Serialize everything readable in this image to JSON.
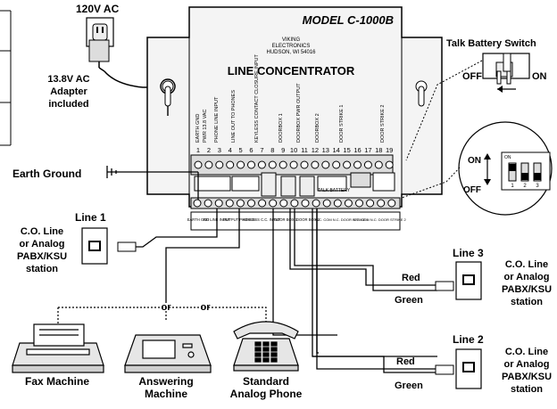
{
  "power": {
    "label": "120V AC"
  },
  "adapter": {
    "line1": "13.8V AC",
    "line2": "Adapter",
    "line3": "included"
  },
  "unit": {
    "model": "MODEL C-1000B",
    "maker_1": "VIKING",
    "maker_2": "ELECTRONICS",
    "maker_3": "HUDSON, WI 54016",
    "title": "LINE CONCENTRATOR"
  },
  "terminals": {
    "numbers": [
      "1",
      "2",
      "3",
      "4",
      "5",
      "6",
      "7",
      "8",
      "9",
      "10",
      "11",
      "12",
      "13",
      "14",
      "15",
      "16",
      "17",
      "18",
      "19"
    ],
    "labels": [
      "EARTH GND",
      "PWR 13.8 VAC",
      "PHONE LINE INPUT",
      "LINE OUT TO PHONES",
      "KEYLESS CONTACT CLOSURE INPUT",
      "DOORBOX 1",
      "DOORBOX PWR OUTPUT",
      "DOORBOX 2",
      "DOOR STRIKE 1",
      "DOOR STRIKE 2"
    ],
    "bottom_labels": [
      "EARTH GND",
      "CO LINE INPUT",
      "OUTPUT PHONES",
      "KEYLESS C.C. INPUT",
      "DOOR BOX 1",
      "DOOR BOX 2",
      "N.C. COM N.C. DOOR STRIKE 1",
      "N.C. COM N.C. DOOR STRIKE 2"
    ],
    "talk_battery": "TALK BATTERY"
  },
  "talk_battery_switch": {
    "title": "Talk Battery Switch",
    "off": "OFF",
    "on": "ON"
  },
  "dip_switch": {
    "on": "ON",
    "off": "OFF",
    "numbers": [
      "1",
      "2",
      "3"
    ]
  },
  "earth": {
    "label": "Earth Ground"
  },
  "line1": {
    "title": "Line 1",
    "desc_1": "C.O. Line",
    "desc_2": "or Analog",
    "desc_3": "PABX/KSU",
    "desc_4": "station"
  },
  "line3": {
    "title": "Line 3",
    "desc_1": "C.O. Line",
    "desc_2": "or Analog",
    "desc_3": "PABX/KSU",
    "desc_4": "station"
  },
  "line2": {
    "title": "Line 2",
    "desc_1": "C.O. Line",
    "desc_2": "or Analog",
    "desc_3": "PABX/KSU",
    "desc_4": "station"
  },
  "wires": {
    "red": "Red",
    "green": "Green",
    "or": "or"
  },
  "devices": {
    "fax": "Fax Machine",
    "answering_1": "Answering",
    "answering_2": "Machine",
    "phone_1": "Standard",
    "phone_2": "Analog Phone"
  },
  "colors": {
    "line": "#000000",
    "panel": "#f4f4f4",
    "terminal": "#dcdcdc",
    "device": "#e6e6e6"
  }
}
